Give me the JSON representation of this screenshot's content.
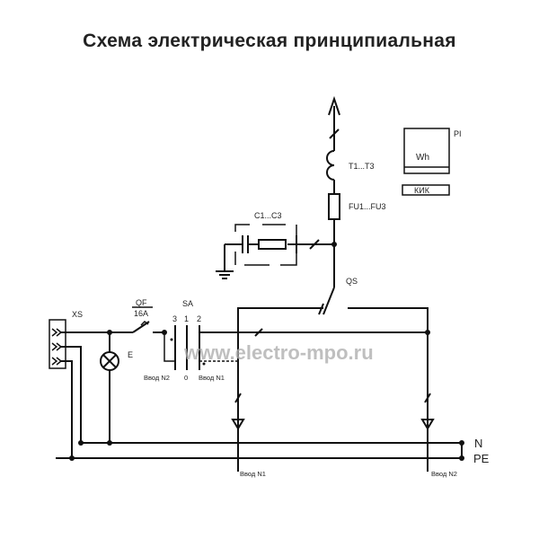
{
  "title": "Схема электрическая принципиальная",
  "labels": {
    "xs": "XS",
    "qf": "QF",
    "qf_rating": "16A",
    "sa": "SA",
    "sa_pos_3": "3",
    "sa_pos_1": "1",
    "sa_pos_2": "2",
    "sa_vvod_n2": "Ввод N2",
    "sa_zero": "0",
    "sa_vvod_n1": "Ввод N1",
    "lamp": "E",
    "capacitors": "C1...C3",
    "qs": "QS",
    "transformers": "T1...T3",
    "fuses": "FU1...FU3",
    "meter": "PI",
    "meter_unit": "Wh",
    "kik": "КИК",
    "bus_n": "N",
    "bus_pe": "PE",
    "input_1": "Ввод N1",
    "input_2": "Ввод N2"
  },
  "watermark": "www.electro-mpo.ru"
}
